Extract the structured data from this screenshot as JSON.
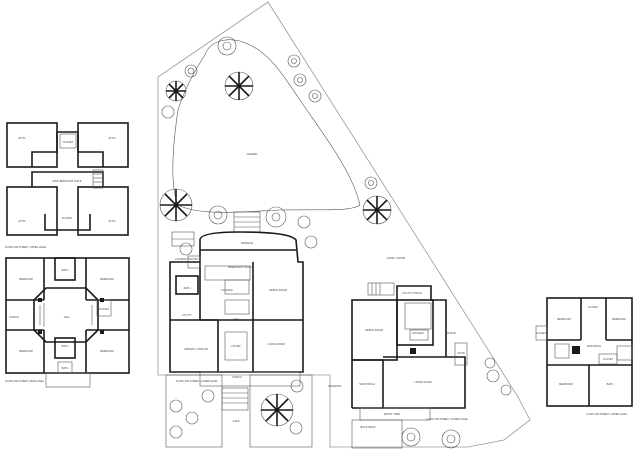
{
  "plans": {
    "upper_left": {
      "caption": "18 WILLOW STREET  |  UPPER LEVEL",
      "rooms": {
        "attic1": "ATTIC",
        "attic2": "ATTIC",
        "attic3": "ATTIC",
        "attic4": "ATTIC",
        "suite": "MAIN BEDROOM SUITE",
        "closet": "CLOSET"
      }
    },
    "main_left": {
      "caption": "18 WILLOW STREET  |  MAIN LEVEL",
      "rooms": {
        "bed1": "BEDROOM",
        "bed2": "BEDROOM",
        "bed3": "BEDROOM",
        "bed4": "BEDROOM",
        "hall": "HALL",
        "porch": "PORCH",
        "closet": "CLOSET",
        "bath1": "BATH",
        "bath2": "BATH",
        "bath3": "BATH"
      }
    },
    "center": {
      "caption": "16 WILLOW STREET  |  LOWER LEVEL",
      "rooms": {
        "garden": "GARDEN",
        "terrace": "TERRACE",
        "laundry": "LAUNDRY\nPANTRY",
        "breakfast": "BREAKFAST\nNOOK",
        "kitchen": "KITCHEN",
        "dining": "DINING ROOM",
        "utility": "UTILITY",
        "bath": "BATH",
        "hall": "HALL",
        "library": "LIBRARY / PARLOR",
        "foyer": "FOYER",
        "living": "LIVING ROOM",
        "porch": "PORCH",
        "gate": "GATE"
      }
    },
    "right_building": {
      "caption": "14 WILLOW STREET  |  LOWER LEVEL",
      "rooms": {
        "driveway": "DRIVEWAY",
        "family": "FAMILY\nROOM",
        "utility": "UTILITY PORCH",
        "dining": "DINING ROOM",
        "kitchen": "KITCHEN",
        "sunporch": "SUN PORCH",
        "living": "LIVING ROOM",
        "office": "OFFICE",
        "stair": "STAIR",
        "back_deck": "BACK DECK",
        "garden_area": "FRONT YARD"
      }
    },
    "far_right": {
      "caption": "14 WILLOW STREET  |  UPPER LEVEL",
      "rooms": {
        "bed1": "BEDROOM",
        "bed2": "BEDROOM",
        "bed3": "BEDROOM",
        "bath": "BATH",
        "closet1": "CLOSET",
        "closet2": "CLOSET",
        "closet3": "CLOSET",
        "main_bath": "MAIN\nBATH"
      }
    }
  }
}
